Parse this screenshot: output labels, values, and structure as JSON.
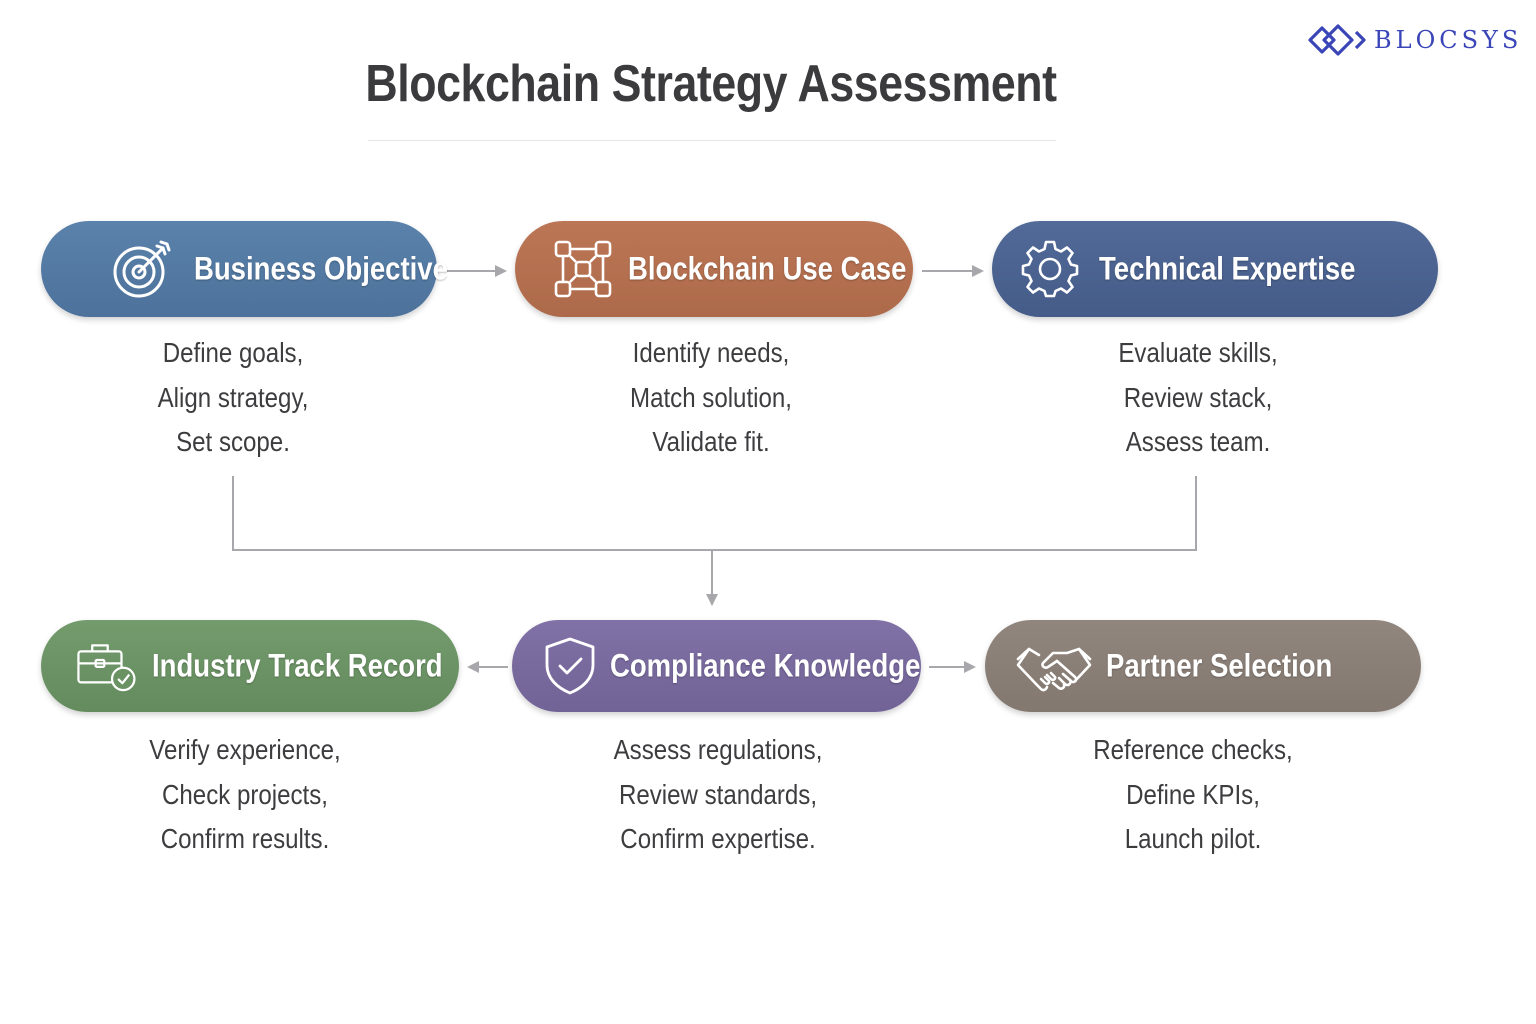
{
  "brand": {
    "name": "BLOCSYS",
    "color": "#3a46b8"
  },
  "title": "Blockchain Strategy Assessment",
  "nodes": [
    {
      "label": "Business Objective",
      "icon": "target-icon",
      "color": "#537aa3",
      "lines": [
        "Define goals,",
        "Align strategy,",
        "Set scope."
      ]
    },
    {
      "label": "Blockchain Use Case",
      "icon": "blockchain-network-icon",
      "color": "#b5704f",
      "lines": [
        "Identify needs,",
        "Match solution,",
        "Validate fit."
      ]
    },
    {
      "label": "Technical Expertise",
      "icon": "gear-icon",
      "color": "#4b6290",
      "lines": [
        "Evaluate skills,",
        "Review stack,",
        "Assess team."
      ]
    },
    {
      "label": "Industry Track Record",
      "icon": "briefcase-check-icon",
      "color": "#6c9465",
      "lines": [
        "Verify experience,",
        "Check projects,",
        "Confirm results."
      ]
    },
    {
      "label": "Compliance Knowledge",
      "icon": "shield-check-icon",
      "color": "#7a6aa0",
      "lines": [
        "Assess regulations,",
        "Review standards,",
        "Confirm expertise."
      ]
    },
    {
      "label": "Partner Selection",
      "icon": "handshake-icon",
      "color": "#8b8078",
      "lines": [
        "Reference checks,",
        "Define KPIs,",
        "Launch pilot."
      ]
    }
  ],
  "connector_color": "#a8a8ac"
}
